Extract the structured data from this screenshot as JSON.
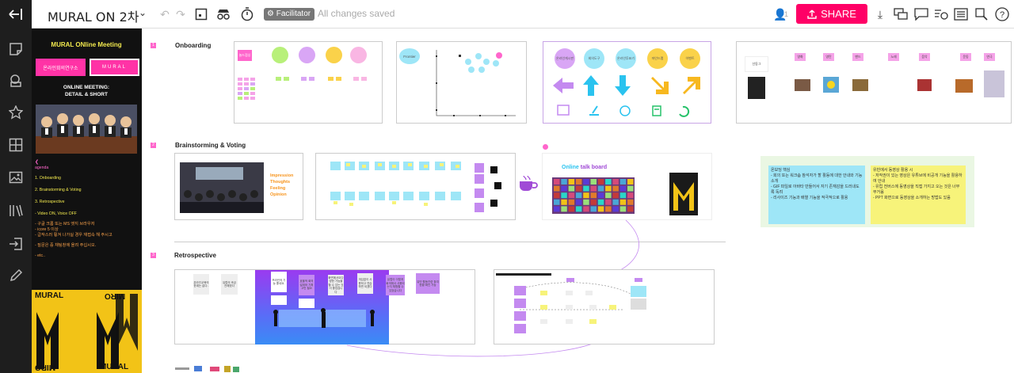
{
  "app": {
    "board_title": "MURAL ON 2차",
    "facilitator_label": "Facilitator",
    "save_status": "All changes saved",
    "share_label": "SHARE",
    "user_count": "1"
  },
  "panel": {
    "header": "MURAL ONline Meeting",
    "org_button": "온라인회의연구소",
    "mural_button": "MURAL",
    "subtitle_line1": "ONLINE MEETING:",
    "subtitle_line2": "DETAIL & SHORT",
    "agenda_title": "agenda",
    "agenda_items": [
      "1. Onboarding",
      "2. Brainstorming & Voting",
      "3. Retrospective"
    ],
    "notes": [
      "- Video ON, Voice OFF",
      "- 구글 크롬 또는 MS 엣지 브라우저",
      "- icore 5 이상",
      "- 급작스러 튕겨 나가실 경우 재접속 해 주시고",
      "- 질문은 중 채팅창에 올려 주십시오.",
      "- etc.."
    ],
    "poster_words": [
      "MURAL",
      "MIRO",
      "MURAL",
      "MIRO"
    ]
  },
  "sections": [
    {
      "num": "1",
      "title": "Onboarding"
    },
    {
      "num": "2",
      "title": "Brainstorming & Voting"
    },
    {
      "num": "3",
      "title": "Retrospective"
    }
  ],
  "brainstorm": {
    "impression_words": [
      "Impression",
      "Thoughts",
      "Feeling",
      "Opinion"
    ],
    "talkboard_title_a": "Online",
    "talkboard_title_b": "talk board"
  },
  "onboarding": {
    "sticky_label": "놀드점싱",
    "scatter_label": "Frontier",
    "icon_circles": [
      "온라인게시판",
      "회의도구",
      "온라인투표기",
      "마인드맵",
      "이벤트"
    ],
    "small_pinks": [
      "선동그",
      "영화",
      "영탄",
      "밴드",
      "노래",
      "음악",
      "운동",
      "연극"
    ]
  },
  "notes_panel": {
    "left_note": [
      "온보딩 핵심",
      "- 회의 또는 워크숍 참석자가 할 활동에 대한 안내와 기능 소개",
      "- GIF 파일로 아바타 만들어서 자기 존재감을 드러내도록 독려",
      "- 리사이즈 기능과 배열 기능을 적극적으로 활용"
    ],
    "right_note": [
      "유빈에서 동영상 활용 시",
      "- 저작권이 있는 영상은 유튜브에 비공개 기능을 활용하여 안내",
      "- 유럽 전버스에 동영상을 직접 가지고 오는 것은 너무 무거움",
      "- PPT 화면으로 동영상을 소개하는 방법도 있음"
    ]
  },
  "retro": {
    "stickies": [
      "온라인교육의 한계는 없다..",
      "유럽의 조금 전해졌다",
      "프라인의 기능 좋네요.",
      "효율적 회의 설계와 기획 고민 필요",
      "화면에서도다양한 기능을 할 수 있는 것이 좋았습니다",
      "개입없이 사용하고 연습하면 되겠다",
      "유럽이 이렇게 회의에서 사용되는지 체험할 수 있었습니다",
      "유빈 활동관련 참여 현황 확인 가능"
    ]
  },
  "colors": {
    "accent": "#ff0066",
    "sidebar": "#1e1e1e",
    "sticky_pink": "#f5a3e8",
    "sticky_blue": "#9ee6f7",
    "sticky_yellow": "#f7f37a",
    "sticky_purple": "#c48af0"
  }
}
